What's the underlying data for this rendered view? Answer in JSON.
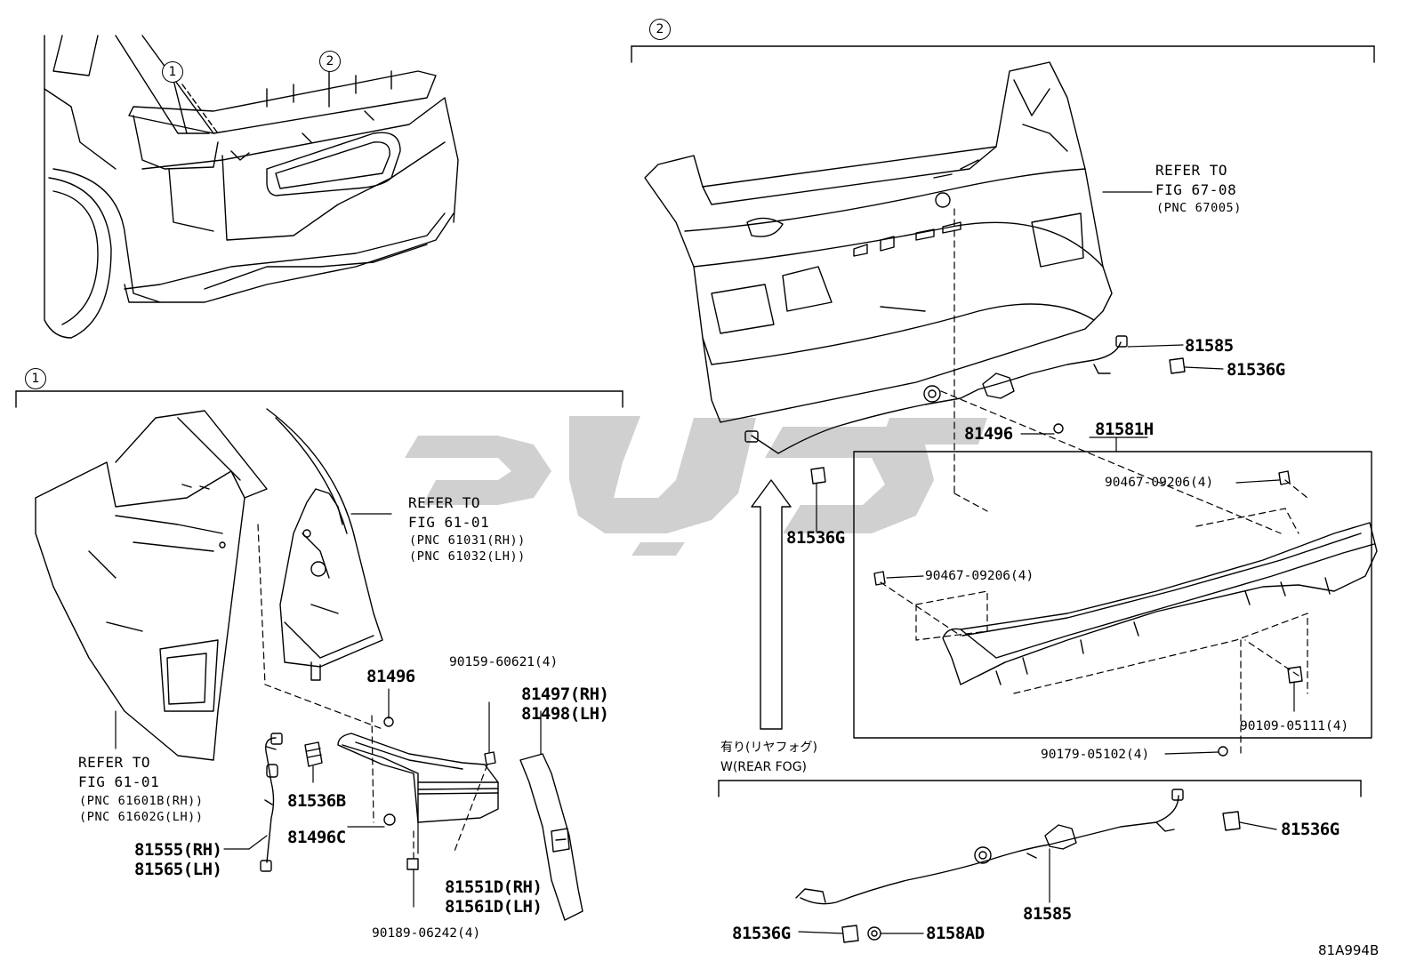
{
  "callouts": [
    "1",
    "2"
  ],
  "refs": {
    "tailgate": {
      "line1": "REFER TO",
      "line2": "FIG 67-08",
      "line3": "(PNC 67005)"
    },
    "quarter_inner": {
      "line1": "REFER TO",
      "line2": "FIG 61-01",
      "line3": "(PNC 61031(RH))",
      "line4": "(PNC 61032(LH))"
    },
    "quarter_outer": {
      "line1": "REFER TO",
      "line2": "FIG 61-01",
      "line3": "(PNC 61601B(RH))",
      "line4": "(PNC 61602G(LH))"
    }
  },
  "parts_section1": {
    "p81496": "81496",
    "p90159": "90159-60621(4)",
    "p81497": "81497(RH)",
    "p81498": "81498(LH)",
    "p81536B": "81536B",
    "p81496C": "81496C",
    "p81555": "81555(RH)",
    "p81565": "81565(LH)",
    "p81551D": "81551D(RH)",
    "p81561D": "81561D(LH)",
    "p90189": "90189-06242(4)"
  },
  "parts_section2": {
    "p81585_top": "81585",
    "p81536G_top": "81536G",
    "p81496": "81496",
    "p81581H": "81581H",
    "p90467_a": "90467-09206(4)",
    "p90467_b": "90467-09206(4)",
    "p81536G_left": "81536G",
    "p90109": "90109-05111(4)",
    "p90179": "90179-05102(4)",
    "p81536G_right": "81536G",
    "p81536G_bottom": "81536G",
    "p8158AD": "8158AD",
    "p81585_bottom": "81585"
  },
  "rear_fog": {
    "jp": "有り(リヤフォグ)",
    "en": "W(REAR FOG)"
  },
  "diagram_code": "81A994B"
}
